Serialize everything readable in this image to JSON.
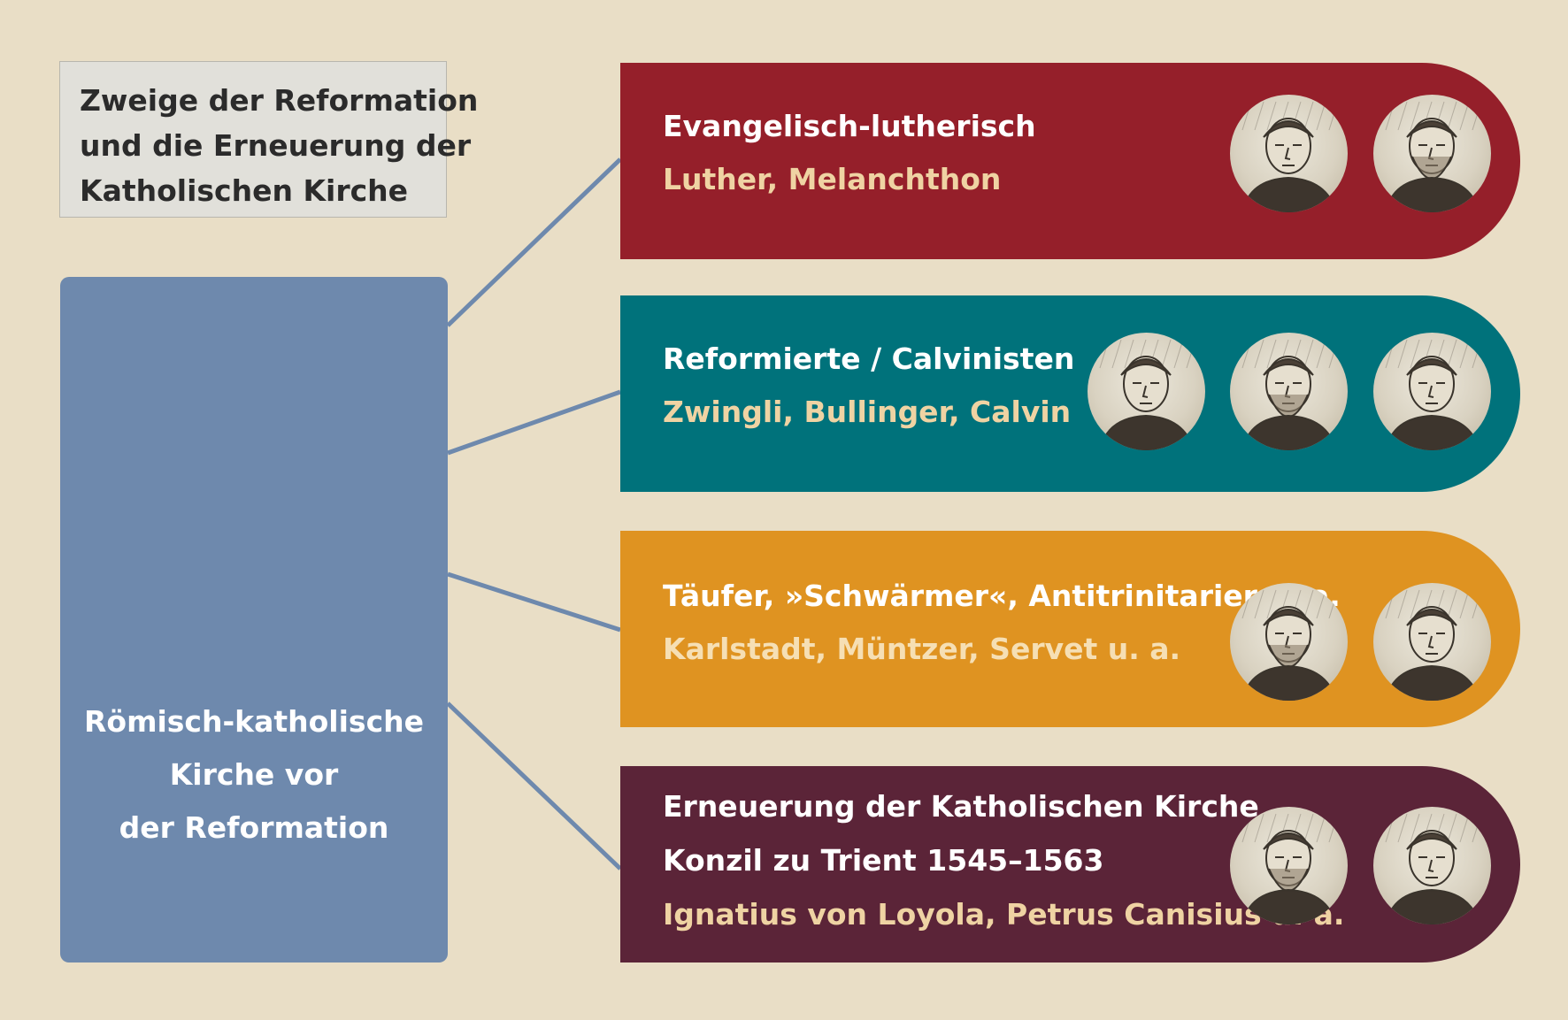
{
  "title": {
    "lines": [
      "Zweige der Reformation",
      "und die Erneuerung der",
      "Katholischen Kirche"
    ]
  },
  "origin": {
    "lines": [
      "Römisch-katholische",
      "Kirche vor",
      "der Reformation"
    ],
    "color": "#6e89ad"
  },
  "connector_color": "#6e89ad",
  "branches": [
    {
      "heading_lines": [
        "Evangelisch-lutherisch"
      ],
      "names": "Luther, Melanchthon",
      "color": "#951f2a",
      "names_color": "#efd3a3",
      "portraits": [
        "portrait-luther-icon",
        "portrait-melanchthon-icon"
      ]
    },
    {
      "heading_lines": [
        "Reformierte / Calvinisten"
      ],
      "names": "Zwingli, Bullinger, Calvin",
      "color": "#00727b",
      "names_color": "#efd3a3",
      "portraits": [
        "portrait-zwingli-icon",
        "portrait-bullinger-icon",
        "portrait-calvin-icon"
      ]
    },
    {
      "heading_lines": [
        "Täufer, »Schwärmer«, Antitrinitarier u. a."
      ],
      "names": "Karlstadt, Müntzer, Servet u. a.",
      "color": "#df9321",
      "names_color": "#f6dfb4",
      "portraits": [
        "portrait-karlstadt-icon",
        "portrait-muentzer-icon"
      ]
    },
    {
      "heading_lines": [
        "Erneuerung der Katholischen Kirche",
        "Konzil zu Trient 1545–1563"
      ],
      "names": "Ignatius von Loyola, Petrus Canisius u. a.",
      "color": "#5b2438",
      "names_color": "#efd3a3",
      "portraits": [
        "portrait-loyola-icon",
        "portrait-canisius-icon"
      ]
    }
  ]
}
